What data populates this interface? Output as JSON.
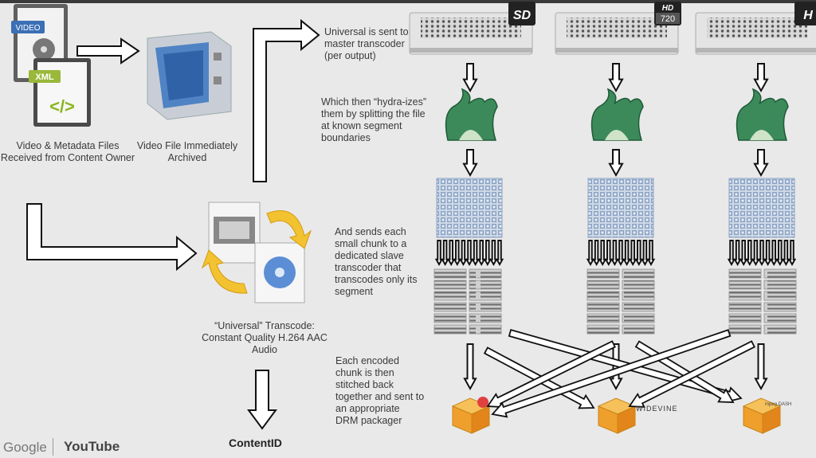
{
  "labels": {
    "files_received": "Video & Metadata Files Received from Content Owner",
    "archived": "Video File Immediately Archived",
    "universal_transcode": "“Universal” Transcode: Constant Quality H.264 AAC Audio",
    "step_master": "Universal is sent to master transcoder (per output)",
    "step_hydrate": "Which then “hydra-izes” them by splitting the file at known segment boundaries",
    "step_slave": "And sends each small chunk to a dedicated slave transcoder that transcodes only its segment",
    "step_stitch": "Each encoded chunk is then stitched back together and sent to an appropriate DRM packager"
  },
  "icons": {
    "video_badge": "VIDEO",
    "xml_badge": "XML",
    "code_glyph": "</>"
  },
  "outputs": [
    {
      "badge": "SD",
      "sub": ""
    },
    {
      "badge": "HD",
      "sub": "720"
    },
    {
      "badge": "H",
      "sub": ""
    }
  ],
  "drm": {
    "widevine": "WIDEVINE",
    "dash": "mpeg DASH"
  },
  "footer": {
    "google": "Google",
    "youtube": "YouTube",
    "contentid": "ContentID"
  },
  "colors": {
    "background": "#e9e9e9",
    "arrow": "#111111",
    "hydra": "#3c8a5a",
    "box": "#f0a63a"
  }
}
